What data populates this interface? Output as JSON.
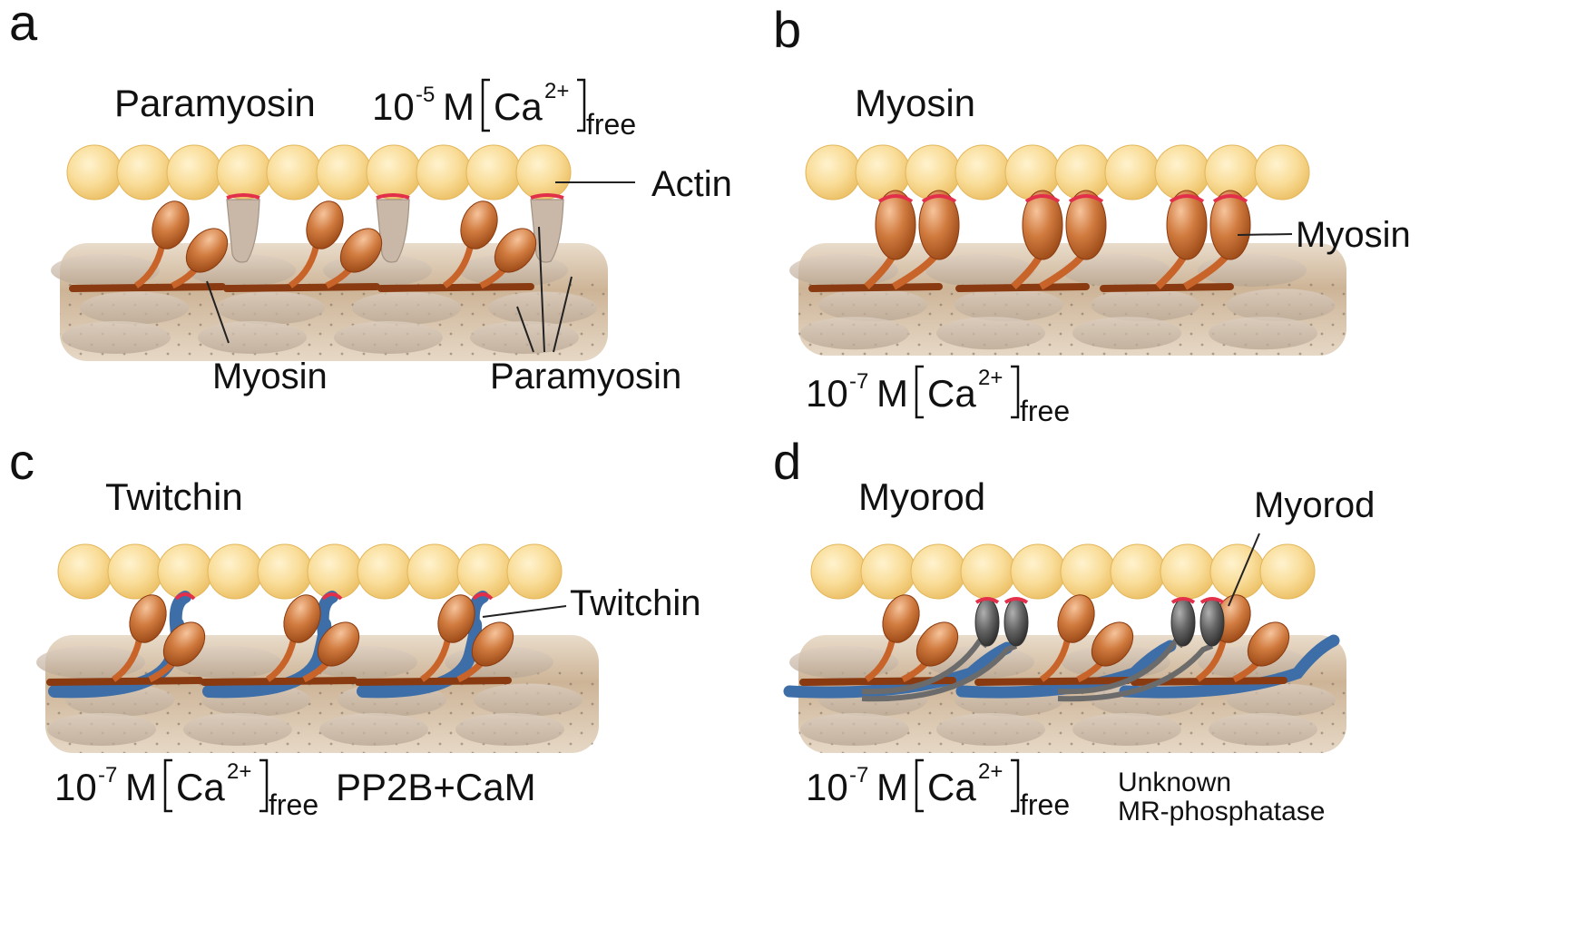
{
  "panels": {
    "a": {
      "letter": "a",
      "title": "Paramyosin",
      "ca": {
        "exp": "-5",
        "ion": "Ca",
        "charge": "2+",
        "sub": "free",
        "prefix": "10",
        "unit": "M"
      },
      "labels": {
        "actin": "Actin",
        "myosin": "Myosin",
        "paramyosin": "Paramyosin"
      }
    },
    "b": {
      "letter": "b",
      "title": "Myosin",
      "ca": {
        "exp": "-7",
        "ion": "Ca",
        "charge": "2+",
        "sub": "free",
        "prefix": "10",
        "unit": "M"
      },
      "labels": {
        "myosin": "Myosin"
      }
    },
    "c": {
      "letter": "c",
      "title": "Twitchin",
      "ca": {
        "exp": "-7",
        "ion": "Ca",
        "charge": "2+",
        "sub": "free",
        "prefix": "10",
        "unit": "M"
      },
      "labels": {
        "twitchin": "Twitchin",
        "enzyme": "PP2B+CaM"
      }
    },
    "d": {
      "letter": "d",
      "title": "Myorod",
      "ca": {
        "exp": "-7",
        "ion": "Ca",
        "charge": "2+",
        "sub": "free",
        "prefix": "10",
        "unit": "M"
      },
      "labels": {
        "myorod": "Myorod",
        "enzyme_line1": "Unknown",
        "enzyme_line2": "MR-phosphatase"
      }
    }
  },
  "colors": {
    "actin": "#f7d98f",
    "actin_edge": "#e3b65a",
    "myosin": "#c8642a",
    "myosin_tail": "#8a3a10",
    "twitchin": "#3e6ea8",
    "myorod": "#6b6b6b",
    "bound_site": "#e2304a",
    "filament": "#c9ad8c",
    "paramyosin": "#c9b8a8"
  }
}
